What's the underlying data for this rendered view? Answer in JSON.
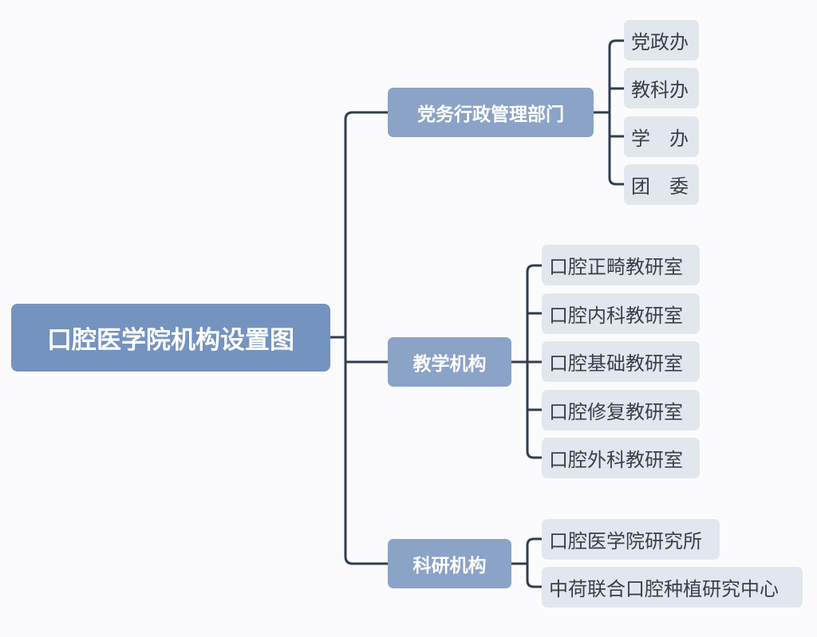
{
  "diagram": {
    "root": {
      "label": "口腔医学院机构设置图"
    },
    "branches": [
      {
        "label": "党务行政管理部门",
        "children": [
          {
            "label": "党政办"
          },
          {
            "label": "教科办"
          },
          {
            "label": "学　办"
          },
          {
            "label": "团　委"
          }
        ]
      },
      {
        "label": "教学机构",
        "children": [
          {
            "label": "口腔正畸教研室"
          },
          {
            "label": "口腔内科教研室"
          },
          {
            "label": "口腔基础教研室"
          },
          {
            "label": "口腔修复教研室"
          },
          {
            "label": "口腔外科教研室"
          }
        ]
      },
      {
        "label": "科研机构",
        "children": [
          {
            "label": "口腔医学院研究所"
          },
          {
            "label": "中荷联合口腔种植研究中心"
          }
        ]
      }
    ]
  },
  "colors": {
    "root_fill": "#7493bf",
    "branch_fill": "#8ba3c7",
    "leaf_fill": "#e2e7ee",
    "connector": "#2f3e50",
    "background": "#fbfbfd"
  }
}
